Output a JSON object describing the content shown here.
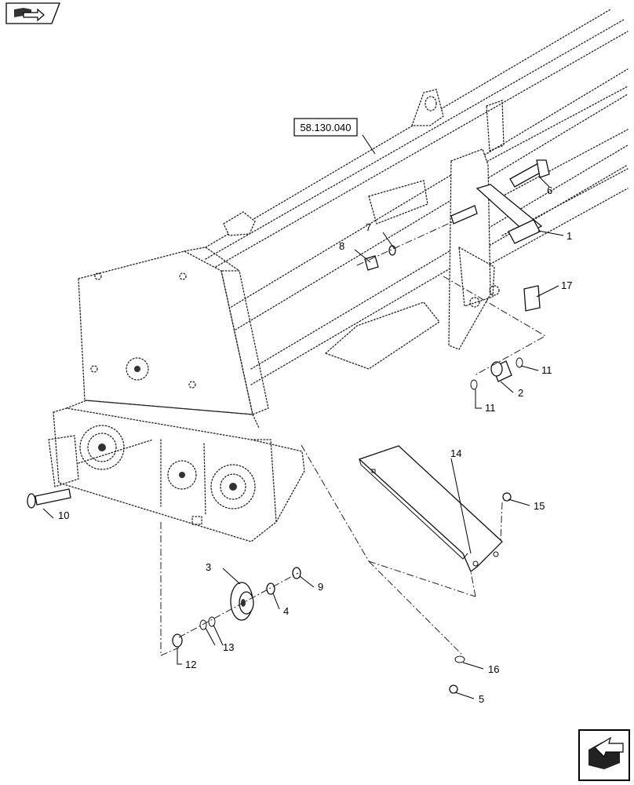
{
  "reference_label": "58.130.040",
  "callouts": {
    "c1": "1",
    "c2": "2",
    "c3": "3",
    "c4": "4",
    "c5": "5",
    "c6": "6",
    "c7": "7",
    "c8": "8",
    "c9": "9",
    "c10": "10",
    "c11a": "11",
    "c11b": "11",
    "c12": "12",
    "c13": "13",
    "c14": "14",
    "c15": "15",
    "c16": "16",
    "c17": "17"
  },
  "icons": {
    "top_left": "book-arrow-icon",
    "bottom_right": "next-page-arrow-icon"
  }
}
